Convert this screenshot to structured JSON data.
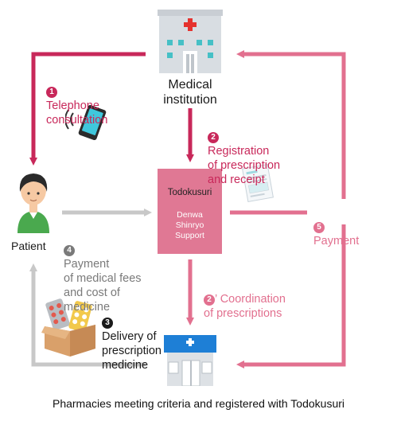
{
  "nodes": {
    "medical_institution": "Medical\ninstitution",
    "patient": "Patient",
    "todokusuri_title": "Todokusuri",
    "todokusuri_sub": "Denwa\nShinryo\nSupport"
  },
  "steps": {
    "s1": {
      "num": "1",
      "text": "Telephone\nconsultation"
    },
    "s2": {
      "num": "2",
      "text": "Registration\nof prescription\nand receipt"
    },
    "s2b": {
      "num": "2",
      "text": "’ Coordination\nof prescriptions"
    },
    "s3": {
      "num": "3",
      "text": "Delivery of\nprescription\nmedicine"
    },
    "s4": {
      "num": "4",
      "text": "Payment\nof medical fees\nand cost of\nmedicine"
    },
    "s5": {
      "num": "5",
      "text": "Payment"
    }
  },
  "caption": "Pharmacies meeting criteria and registered with Todokusuri",
  "colors": {
    "magenta": "#c8285a",
    "pink": "#e2708f",
    "gray": "#c8c8c8",
    "box": "#e07894"
  },
  "icons": [
    "hospital-icon",
    "phone-icon",
    "patient-icon",
    "prescription-paper-icon",
    "medicine-box-icon",
    "pharmacy-icon"
  ]
}
